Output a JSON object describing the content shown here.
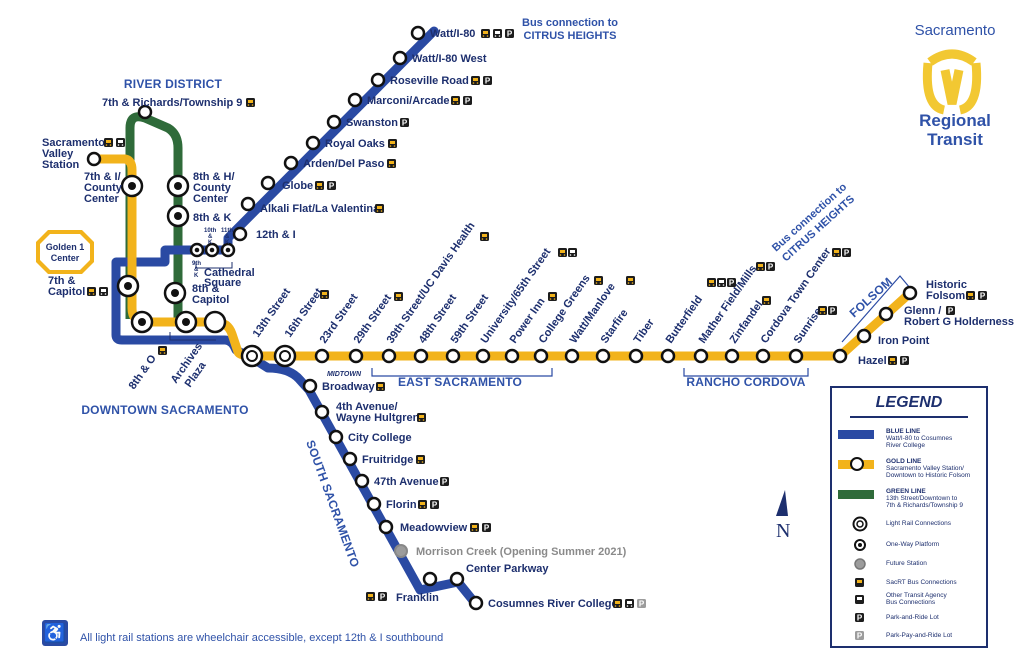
{
  "brand": {
    "top": "Sacramento",
    "line1": "Regional",
    "line2": "Transit"
  },
  "colors": {
    "blue": "#2a4aa3",
    "gold": "#f2b31b",
    "green": "#2f6b3a",
    "navy": "#1d2f6e",
    "gray": "#9c9c9c"
  },
  "districts": {
    "river": "RIVER DISTRICT",
    "downtown": "DOWNTOWN SACRAMENTO",
    "south": "SOUTH SACRAMENTO",
    "east": "EAST SACRAMENTO",
    "rancho": "RANCHO CORDOVA",
    "folsom": "FOLSOM",
    "midtown": "MIDTOWN"
  },
  "bus_notes": {
    "north_1": "Bus connection to",
    "north_2": "CITRUS HEIGHTS",
    "east_1": "Bus connection to",
    "east_2": "CITRUS HEIGHTS"
  },
  "golden1": {
    "line1": "Golden 1",
    "line2": "Center"
  },
  "stations": {
    "watt_i80": "Watt/I-80",
    "watt_i80_west": "Watt/I-80 West",
    "roseville_rd": "Roseville Road",
    "marconi": "Marconi/Arcade",
    "swanston": "Swanston",
    "royal_oaks": "Royal Oaks",
    "arden": "Arden/Del Paso",
    "globe": "Globe",
    "alkali": "Alkali Flat/La Valentina",
    "twelfth_i": "12th & I",
    "richards": "7th & Richards/Township 9",
    "svs_1": "Sacramento",
    "svs_2": "Valley",
    "svs_3": "Station",
    "seventh_i_1": "7th & I/",
    "seventh_i_2": "County",
    "seventh_i_3": "Center",
    "eighth_h_1": "8th & H/",
    "eighth_h_2": "County",
    "eighth_h_3": "Center",
    "eighth_k": "8th & K",
    "ninth_k_1": "9th",
    "ninth_k_2": "&",
    "ninth_k_3": "K",
    "tenth_k_1": "10th",
    "tenth_k_2": "&",
    "tenth_k_3": "K",
    "eleventh_k_1": "11th",
    "eleventh_k_2": "&",
    "eleventh_k_3": "K",
    "cathedral_1": "Cathedral",
    "cathedral_2": "Square",
    "seventh_cap_1": "7th &",
    "seventh_cap_2": "Capitol",
    "eighth_cap_1": "8th &",
    "eighth_cap_2": "Capitol",
    "eighth_o": "8th & O",
    "archives_1": "Archives",
    "archives_2": "Plaza",
    "thirteenth": "13th Street",
    "sixteenth": "16th Street",
    "twentythird": "23rd Street",
    "twentyninth": "29th Street",
    "thirtyninth": "39th Street/UC Davis Health",
    "fortyeighth": "48th Street",
    "fiftyninth": "59th Street",
    "university": "University/65th Street",
    "power_inn": "Power Inn",
    "college_greens": "College Greens",
    "watt_manlove": "Watt/Manlove",
    "starfire": "Starfire",
    "tiber": "Tiber",
    "butterfield": "Butterfield",
    "mather": "Mather Field/Mills",
    "zinfandel": "Zinfandel",
    "cordova_tc": "Cordova Town Center",
    "sunrise": "Sunrise",
    "hazel": "Hazel",
    "iron_point": "Iron Point",
    "glenn_1": "Glenn /",
    "glenn_2": "Robert G Holderness",
    "historic_1": "Historic",
    "historic_2": "Folsom",
    "broadway": "Broadway",
    "fourth_1": "4th Avenue/",
    "fourth_2": "Wayne Hultgren",
    "city_college": "City College",
    "fruitridge": "Fruitridge",
    "fortyseventh": "47th Avenue",
    "florin": "Florin",
    "meadowview": "Meadowview",
    "morrison": "Morrison Creek (Opening Summer 2021)",
    "center_parkway": "Center Parkway",
    "franklin": "Franklin",
    "cosumnes": "Cosumnes River College"
  },
  "legend": {
    "title": "LEGEND",
    "blue_title": "BLUE LINE",
    "blue_desc_1": "Watt/I-80 to Cosumnes",
    "blue_desc_2": "River College",
    "gold_title": "GOLD LINE",
    "gold_desc_1": "Sacramento Valley Station/",
    "gold_desc_2": "Downtown to Historic Folsom",
    "green_title": "GREEN LINE",
    "green_desc_1": "13th Street/Downtown to",
    "green_desc_2": "7th & Richards/Township 9",
    "connections": "Light Rail Connections",
    "oneway": "One-Way Platform",
    "future": "Future Station",
    "sacrt_bus": "SacRT Bus Connections",
    "other_bus_1": "Other Transit Agency",
    "other_bus_2": "Bus Connections",
    "park_ride": "Park-and-Ride Lot",
    "park_pay": "Park-Pay-and-Ride Lot"
  },
  "north_label": "N",
  "icons": {
    "bus": "bus-icon",
    "other_bus": "other-bus-icon",
    "parking": "P",
    "wheelchair": "wheelchair-icon"
  },
  "footer": "All light rail stations are wheelchair accessible, except 12th & I southbound"
}
